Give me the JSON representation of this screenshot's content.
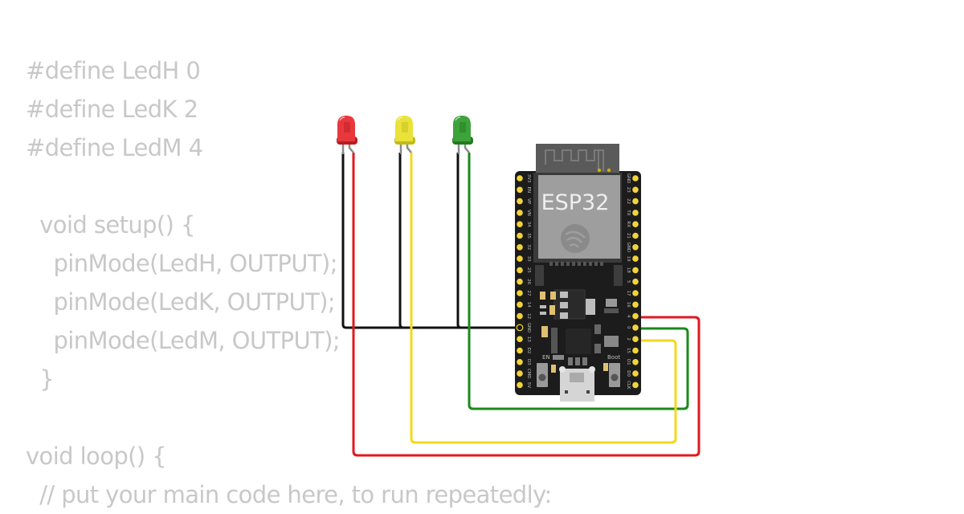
{
  "code_lines": [
    "#define LedH 0",
    "#define LedK 2",
    "#define LedM 4",
    "",
    "  void setup() {",
    "    pinMode(LedH, OUTPUT);",
    "    pinMode(LedK, OUTPUT);",
    "    pinMode(LedM, OUTPUT);",
    "  }",
    "",
    "void loop() {",
    "  // put your main code here, to run repeatedly:"
  ],
  "board": {
    "label": "ESP32",
    "button_en_label": "EN",
    "button_boot_label": "Boot",
    "left_pins": [
      "3V3",
      "EN",
      "VP",
      "VN",
      "34",
      "35",
      "32",
      "33",
      "25",
      "26",
      "27",
      "14",
      "12",
      "GND",
      "13",
      "D2",
      "D3",
      "CMD",
      "5V"
    ],
    "right_pins": [
      "GND",
      "23",
      "22",
      "TX",
      "RX",
      "21",
      "GND",
      "19",
      "18",
      "5",
      "17",
      "16",
      "4",
      "0",
      "2",
      "15",
      "D1",
      "D0",
      "CLK"
    ]
  },
  "leds": [
    {
      "name": "led-red",
      "color": "red",
      "body": "#e8383d",
      "dark": "#b51e22",
      "wire": "#e0191f",
      "pin": "4"
    },
    {
      "name": "led-yellow",
      "color": "yellow",
      "body": "#e9e23a",
      "dark": "#c2bb18",
      "wire": "#f4d81e",
      "pin": "2"
    },
    {
      "name": "led-green",
      "color": "green",
      "body": "#3ea33a",
      "dark": "#227a20",
      "wire": "#1a8a1a",
      "pin": "0"
    }
  ],
  "ground_wire": {
    "color": "#111111",
    "pin": "GND"
  }
}
